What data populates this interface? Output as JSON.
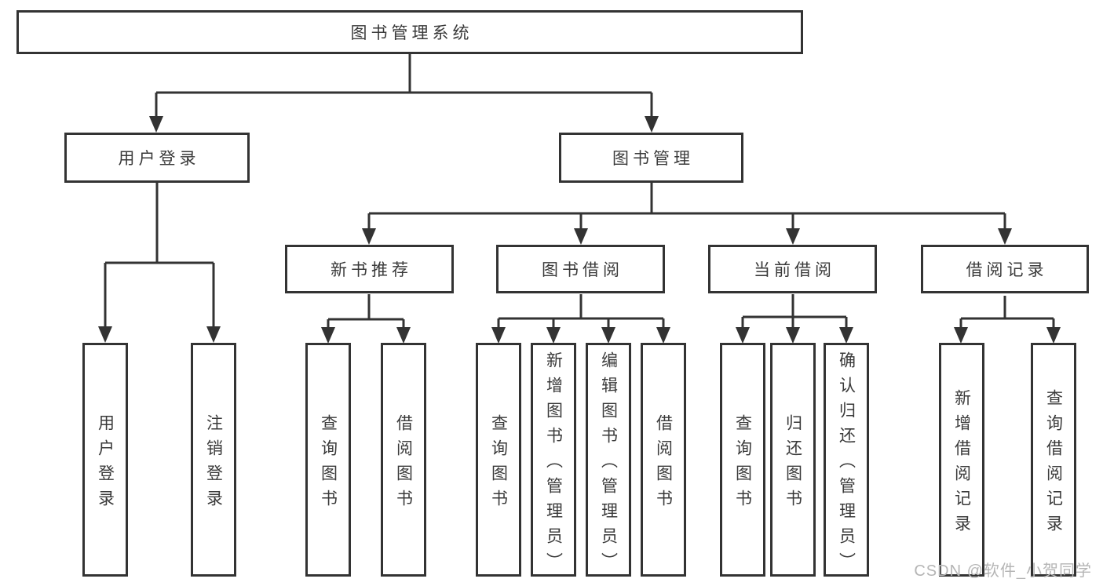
{
  "diagram": {
    "line_color": "#333333",
    "text_color": "#3a3a3a",
    "root": {
      "label": "图书管理系统",
      "children": [
        {
          "label": "用户登录",
          "children": [
            {
              "label": "用户登录"
            },
            {
              "label": "注销登录"
            }
          ]
        },
        {
          "label": "图书管理",
          "children": [
            {
              "label": "新书推荐",
              "children": [
                {
                  "label": "查询图书"
                },
                {
                  "label": "借阅图书"
                }
              ]
            },
            {
              "label": "图书借阅",
              "children": [
                {
                  "label": "查询图书"
                },
                {
                  "label": "新增图书（管理员）"
                },
                {
                  "label": "编辑图书（管理员）"
                },
                {
                  "label": "借阅图书"
                }
              ]
            },
            {
              "label": "当前借阅",
              "children": [
                {
                  "label": "查询图书"
                },
                {
                  "label": "归还图书"
                },
                {
                  "label": "确认归还（管理员）"
                }
              ]
            },
            {
              "label": "借阅记录",
              "children": [
                {
                  "label": "新增借阅记录"
                },
                {
                  "label": "查询借阅记录"
                }
              ]
            }
          ]
        }
      ]
    }
  },
  "watermark": {
    "text": "CSDN @软件_小贺同学"
  }
}
